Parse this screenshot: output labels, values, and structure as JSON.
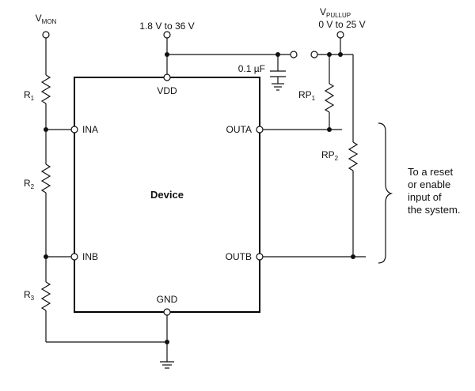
{
  "labels": {
    "vmon_main": "V",
    "vmon_sub": "MON",
    "supply": "1.8 V to 36 V",
    "vpullup_main": "V",
    "vpullup_sub": "PULLUP",
    "pullup_range": "0 V to 25 V",
    "cap": "0.1 µF",
    "vdd": "VDD",
    "ina": "INA",
    "inb": "INB",
    "outa": "OUTA",
    "outb": "OUTB",
    "gnd": "GND",
    "device": "Device",
    "r1": "R",
    "r1_sub": "1",
    "r2": "R",
    "r2_sub": "2",
    "r3": "R",
    "r3_sub": "3",
    "rp1": "RP",
    "rp1_sub": "1",
    "rp2": "RP",
    "rp2_sub": "2",
    "note": [
      "To a reset",
      "or enable",
      "input of",
      "the system."
    ]
  }
}
